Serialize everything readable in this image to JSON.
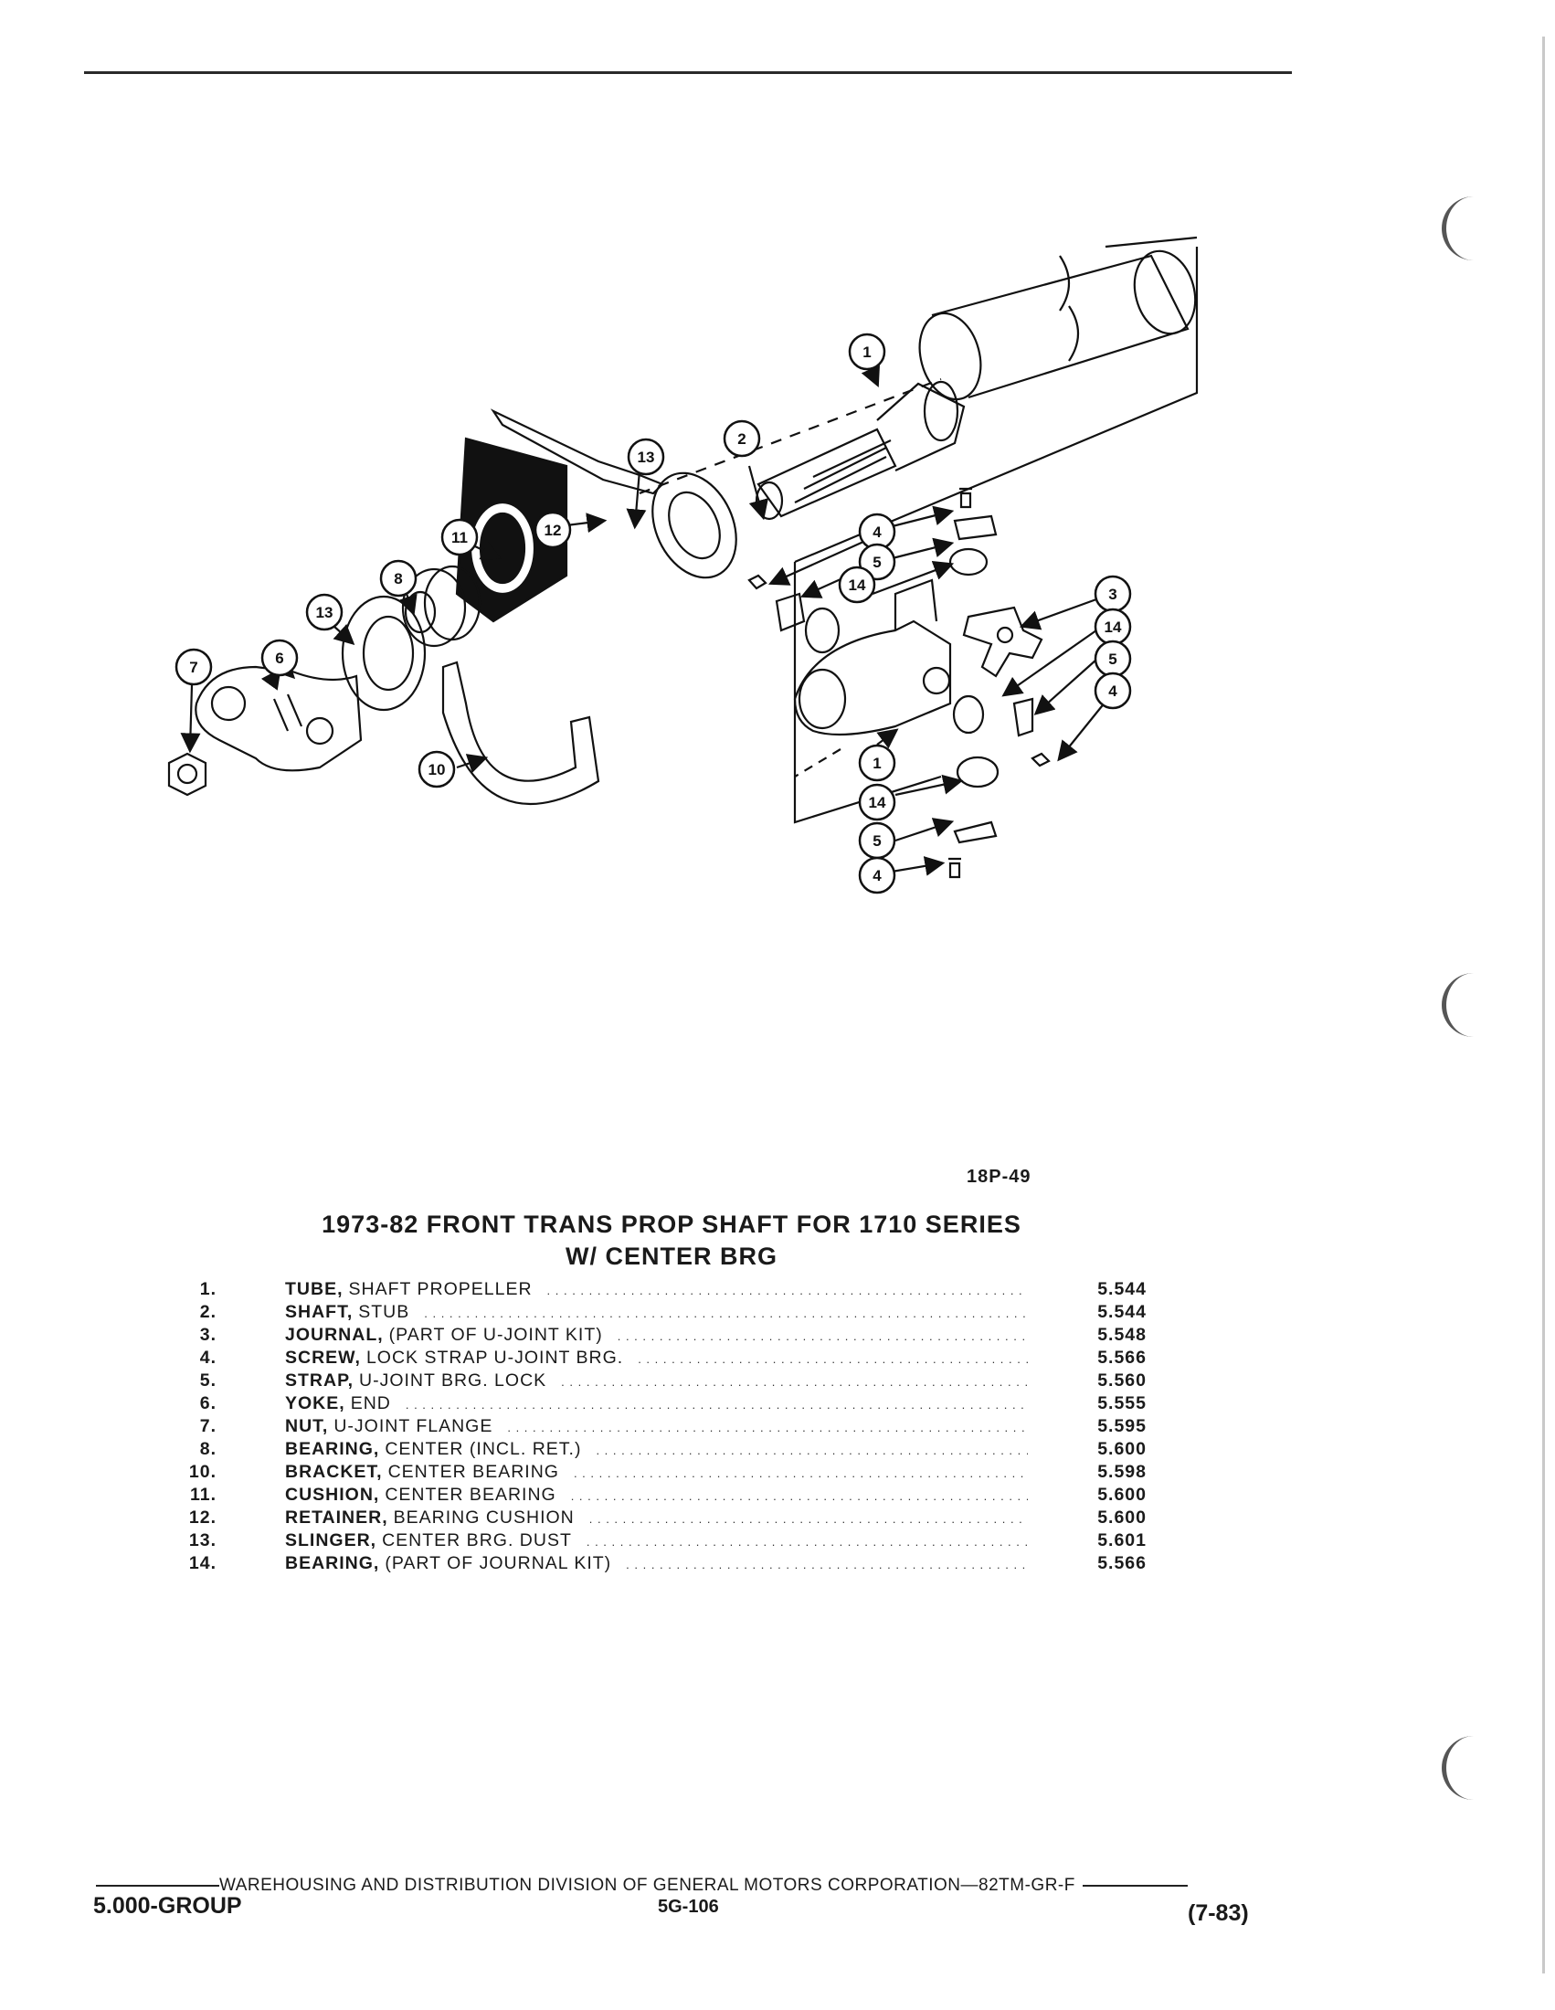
{
  "diagram": {
    "callouts": {
      "c1a": "1",
      "c2": "2",
      "c13a": "13",
      "c12": "12",
      "c11": "11",
      "c8": "8",
      "c13b": "13",
      "c6": "6",
      "c7": "7",
      "c10": "10",
      "c4a": "4",
      "c5a": "5",
      "c14a": "14",
      "c3": "3",
      "c14b": "14",
      "c5b": "5",
      "c4b": "4",
      "c1b": "1",
      "c14c": "14",
      "c5c": "5",
      "c4c": "4"
    },
    "figure_id": "18P-49"
  },
  "title": {
    "line1": "1973-82 FRONT TRANS PROP SHAFT FOR 1710 SERIES",
    "line2": "W/ CENTER BRG"
  },
  "parts": [
    {
      "num": "1.",
      "name": "TUBE,",
      "desc": "SHAFT PROPELLER",
      "group": "5.544"
    },
    {
      "num": "2.",
      "name": "SHAFT,",
      "desc": "STUB",
      "group": "5.544"
    },
    {
      "num": "3.",
      "name": "JOURNAL,",
      "desc": "(PART OF U-JOINT KIT)",
      "group": "5.548"
    },
    {
      "num": "4.",
      "name": "SCREW,",
      "desc": "LOCK STRAP U-JOINT BRG.",
      "group": "5.566"
    },
    {
      "num": "5.",
      "name": "STRAP,",
      "desc": "U-JOINT BRG. LOCK",
      "group": "5.560"
    },
    {
      "num": "6.",
      "name": "YOKE,",
      "desc": "END",
      "group": "5.555"
    },
    {
      "num": "7.",
      "name": "NUT,",
      "desc": "U-JOINT FLANGE",
      "group": "5.595"
    },
    {
      "num": "8.",
      "name": "BEARING,",
      "desc": "CENTER (INCL. RET.)",
      "group": "5.600"
    },
    {
      "num": "10.",
      "name": "BRACKET,",
      "desc": "CENTER BEARING",
      "group": "5.598"
    },
    {
      "num": "11.",
      "name": "CUSHION,",
      "desc": "CENTER BEARING",
      "group": "5.600"
    },
    {
      "num": "12.",
      "name": "RETAINER,",
      "desc": "BEARING CUSHION",
      "group": "5.600"
    },
    {
      "num": "13.",
      "name": "SLINGER,",
      "desc": "CENTER BRG. DUST",
      "group": "5.601"
    },
    {
      "num": "14.",
      "name": "BEARING,",
      "desc": "(PART OF JOURNAL KIT)",
      "group": "5.566"
    }
  ],
  "footer": {
    "division": "WAREHOUSING AND DISTRIBUTION DIVISION OF GENERAL MOTORS CORPORATION—82TM-GR-F",
    "group": "5.000-GROUP",
    "page": "5G-106",
    "date": "(7-83)"
  }
}
